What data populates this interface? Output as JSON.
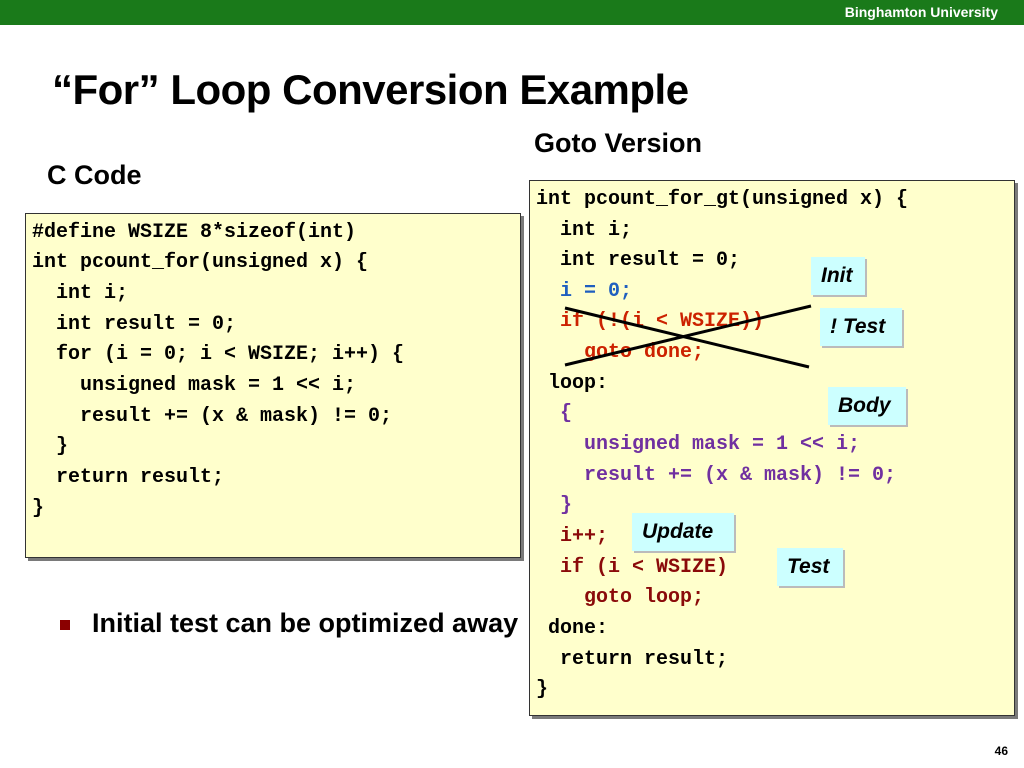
{
  "header": {
    "university": "Binghamton University"
  },
  "slide": {
    "title": "“For” Loop Conversion Example",
    "page_number": "46"
  },
  "c_code": {
    "heading": "C Code",
    "lines": [
      "#define WSIZE 8*sizeof(int)",
      "int pcount_for(unsigned x) {",
      "  int i;",
      "  int result = 0;",
      "  for (i = 0; i < WSIZE; i++) {",
      "    unsigned mask = 1 << i;",
      "    result += (x & mask) != 0;",
      "  }",
      "  return result;",
      "}"
    ]
  },
  "goto_code": {
    "heading": "Goto Version",
    "lines": [
      "int pcount_for_gt(unsigned x) {",
      "  int i;",
      "  int result = 0;",
      "  i = 0;",
      "  if (!(i < WSIZE))",
      "    goto done;",
      " loop:",
      "  {",
      "    unsigned mask = 1 << i;",
      "    result += (x & mask) != 0;",
      "  }",
      "  i++;",
      "  if (i < WSIZE)",
      "    goto loop;",
      " done:",
      "  return result;",
      "}"
    ]
  },
  "annotations": {
    "init": "Init",
    "not_test": "! Test",
    "body": "Body",
    "update": "Update",
    "test": "Test"
  },
  "bullets": [
    "Initial test can be optimized away"
  ],
  "colors": {
    "header_bar": "#1a7a1a",
    "code_background": "#ffffcc",
    "annotation_background": "#ccffff",
    "init_code": "#1f5fbf",
    "test_code": "#cc2200",
    "body_code": "#7030a0",
    "loop_code": "#8a0a0a",
    "bullet": "#8b0000"
  }
}
